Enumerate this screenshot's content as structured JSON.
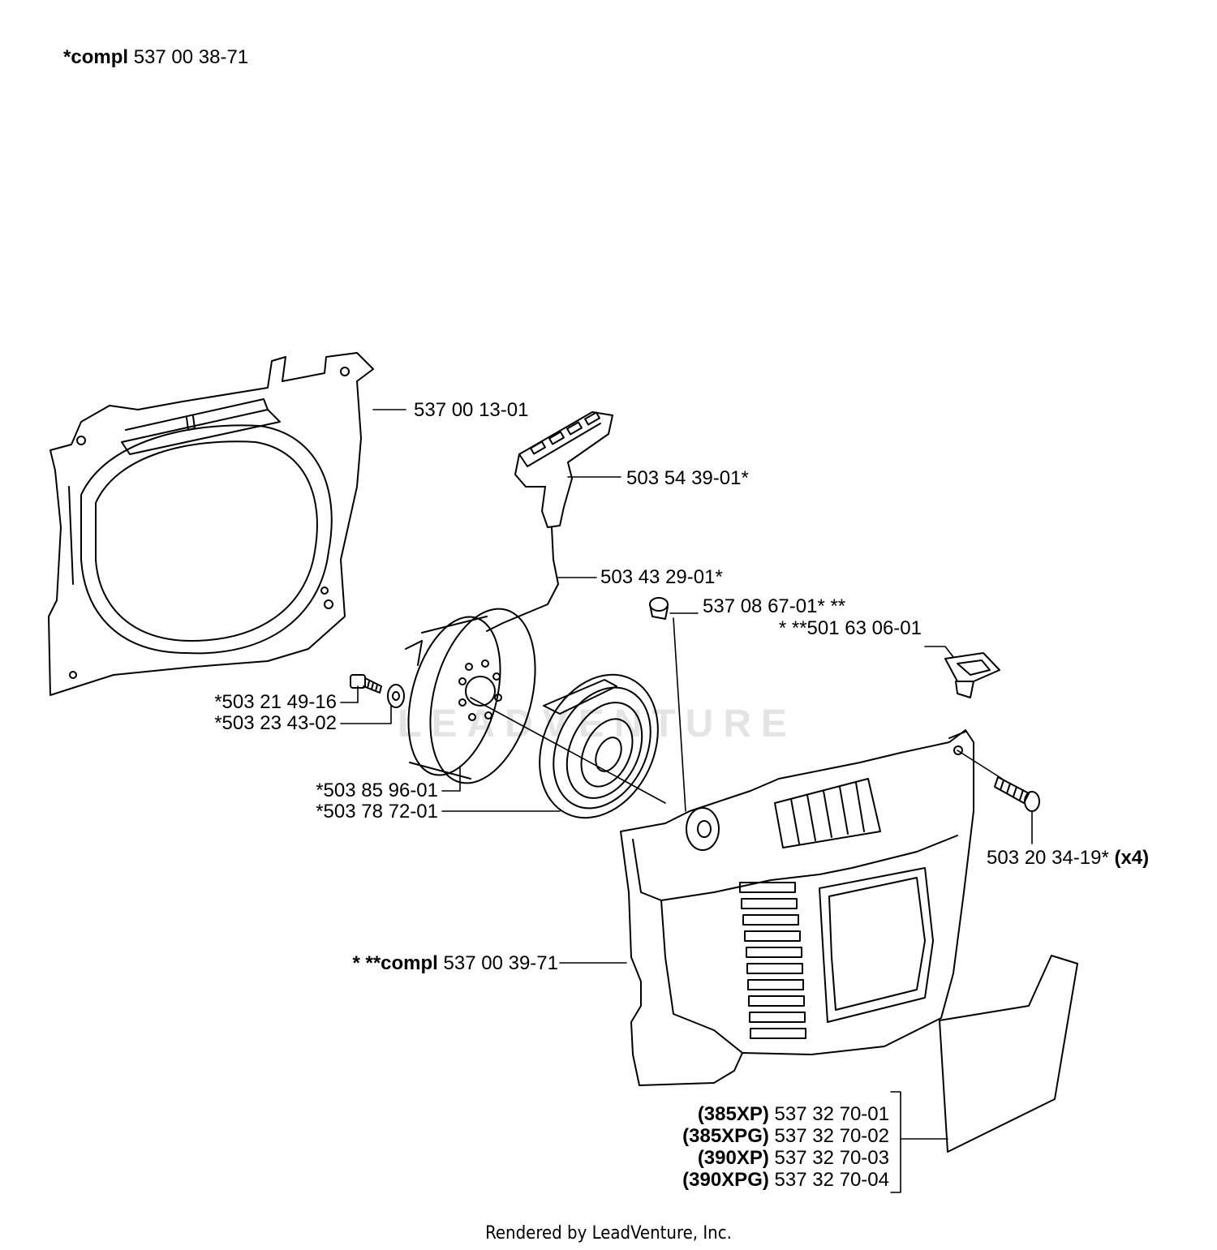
{
  "header": {
    "assembly_prefix": "*compl",
    "assembly_number": "537 00 38-71"
  },
  "labels": {
    "fan_housing": "537 00 13-01",
    "starter_handle": "503 54 39-01*",
    "starter_rope": "503 43 29-01*",
    "bushing": "537 08 67-01* **",
    "grommet": "* **501 63 06-01",
    "screw_small": "*503 21 49-16",
    "washer": "*503 23 43-02",
    "rope_pulley": "*503 85 96-01",
    "recoil_spring": "*503 78 72-01",
    "screw_cover": "503 20 34-19*",
    "screw_cover_qty": "(x4)",
    "cover_prefix": "* **compl",
    "cover_number": "537 00 39-71"
  },
  "decals": [
    {
      "model": "(385XP)",
      "part": "537 32 70-01"
    },
    {
      "model": "(385XPG)",
      "part": "537 32 70-02"
    },
    {
      "model": "(390XP)",
      "part": "537 32 70-03"
    },
    {
      "model": "(390XPG)",
      "part": "537 32 70-04"
    }
  ],
  "watermark": "LEADVENTURE",
  "footer": "Rendered by LeadVenture, Inc."
}
